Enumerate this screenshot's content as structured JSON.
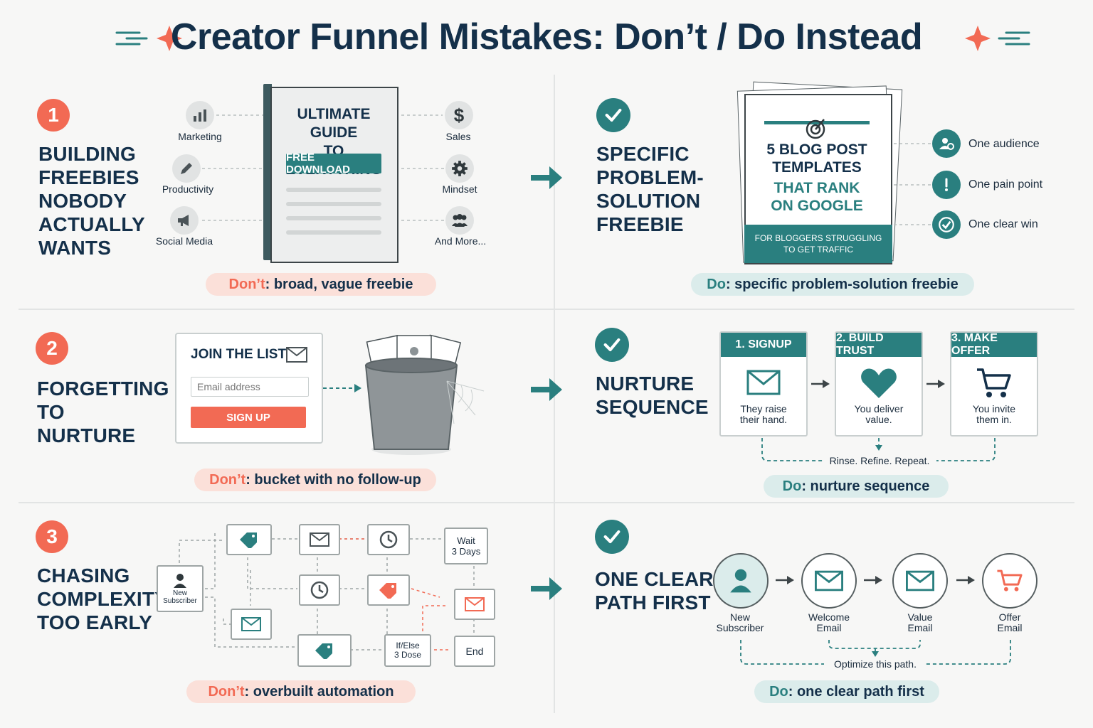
{
  "title": "Creator Funnel Mistakes: Don’t / Do Instead",
  "colors": {
    "coral": "#f26a54",
    "teal": "#2a7f7f",
    "navy": "#14304a"
  },
  "row1": {
    "number": "1",
    "heading": "Building\nfreebies\nnobody\nactually\nwants",
    "topics_left": [
      "Marketing",
      "Productivity",
      "Social Media"
    ],
    "topics_right": [
      "Sales",
      "Mindset",
      "And More..."
    ],
    "guide_title": "ULTIMATE GUIDE\nTO EVERYTHING",
    "guide_button": "FREE DOWNLOAD",
    "dont_key": "Don’t",
    "dont_text": ": broad, vague freebie",
    "do_heading": "Specific\nproblem-\nsolution\nfreebie",
    "book_title": "5 BLOG POST\nTEMPLATES",
    "book_subtitle": "THAT RANK\nON GOOGLE",
    "book_footer": "FOR BLOGGERS STRUGGLING\nTO GET TRAFFIC",
    "features": [
      "One audience",
      "One pain point",
      "One clear win"
    ],
    "do_key": "Do",
    "do_text": ": specific problem-solution freebie"
  },
  "row2": {
    "number": "2",
    "heading": "Forgetting\nto\nnurture",
    "form_title": "JOIN THE LIST",
    "email_placeholder": "Email address",
    "signup_label": "SIGN UP",
    "dont_key": "Don’t",
    "dont_text": ": bucket with no follow-up",
    "do_heading": "Nurture\nsequence",
    "steps": [
      {
        "head": "1. SIGNUP",
        "text": "They raise\ntheir hand."
      },
      {
        "head": "2. BUILD TRUST",
        "text": "You deliver\nvalue."
      },
      {
        "head": "3. MAKE OFFER",
        "text": "You invite\nthem in."
      }
    ],
    "loop_label": "Rinse. Refine. Repeat.",
    "do_key": "Do",
    "do_text": ": nurture sequence"
  },
  "row3": {
    "number": "3",
    "heading": "Chasing\ncomplexity\ntoo early",
    "flow_new_subscriber": "New\nSubscriber",
    "flow_wait": "Wait\n3 Days",
    "flow_ifelse": "If/Else\n3 Dose",
    "flow_end": "End",
    "dont_key": "Don’t",
    "dont_text": ": overbuilt automation",
    "do_heading": "One clear\npath first",
    "path": [
      "New\nSubscriber",
      "Welcome\nEmail",
      "Value\nEmail",
      "Offer\nEmail"
    ],
    "path_loop_label": "Optimize this path.",
    "do_key": "Do",
    "do_text": ": one clear path first"
  }
}
